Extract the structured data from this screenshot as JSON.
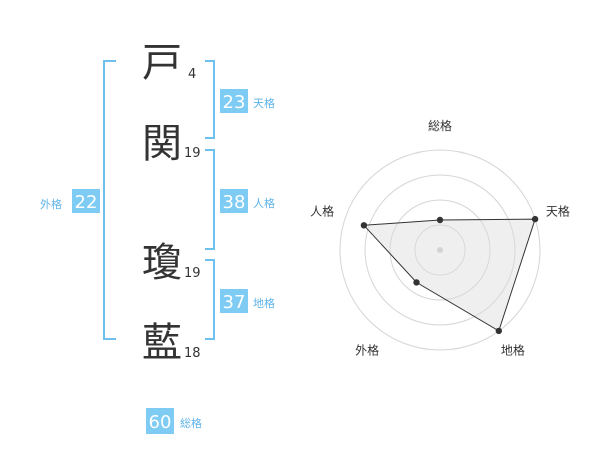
{
  "name": {
    "characters": [
      {
        "char": "戸",
        "strokes": "4"
      },
      {
        "char": "関",
        "strokes": "19"
      },
      {
        "char": "瓊",
        "strokes": "19"
      },
      {
        "char": "藍",
        "strokes": "18"
      }
    ]
  },
  "kaku": {
    "gaikaku": {
      "value": "22",
      "label": "外格"
    },
    "tenkaku": {
      "value": "23",
      "label": "天格"
    },
    "jinkaku": {
      "value": "38",
      "label": "人格"
    },
    "chikaku": {
      "value": "37",
      "label": "地格"
    },
    "soukaku": {
      "value": "60",
      "label": "総格"
    }
  },
  "chart_data": {
    "type": "radar",
    "axes": [
      "総格",
      "天格",
      "地格",
      "外格",
      "人格"
    ],
    "values": [
      0.3,
      1.0,
      1.0,
      0.4,
      0.8
    ],
    "max": 1.0,
    "rings": 4
  },
  "colors": {
    "accent": "#7ecbf4",
    "bracket": "#6ec1ef",
    "label": "#5fb3e8",
    "text": "#333333"
  }
}
